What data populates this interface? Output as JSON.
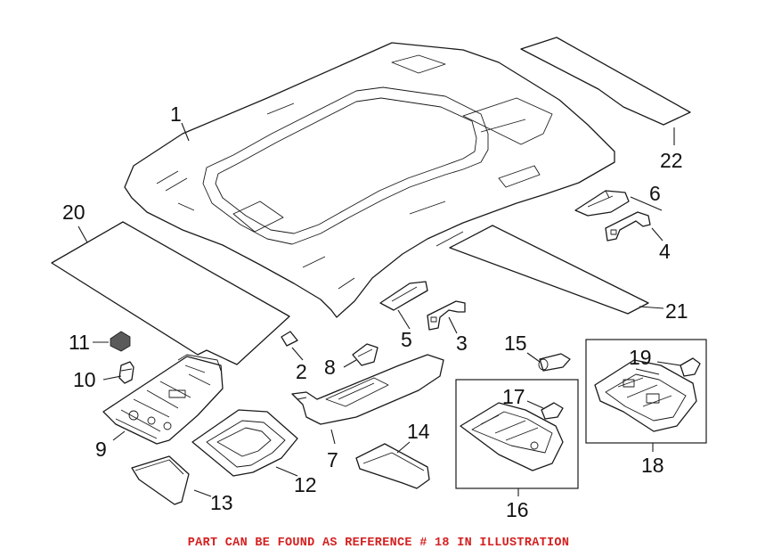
{
  "callouts": {
    "c1": "1",
    "c2": "2",
    "c3": "3",
    "c4": "4",
    "c5": "5",
    "c6": "6",
    "c7": "7",
    "c8": "8",
    "c9": "9",
    "c10": "10",
    "c11": "11",
    "c12": "12",
    "c13": "13",
    "c14": "14",
    "c15": "15",
    "c16": "16",
    "c17": "17",
    "c18": "18",
    "c19": "19",
    "c20": "20",
    "c21": "21",
    "c22": "22"
  },
  "note": "PART CAN BE FOUND AS REFERENCE # 18 IN ILLUSTRATION",
  "colors": {
    "note": "#d42020",
    "line": "#1a1a1a"
  }
}
